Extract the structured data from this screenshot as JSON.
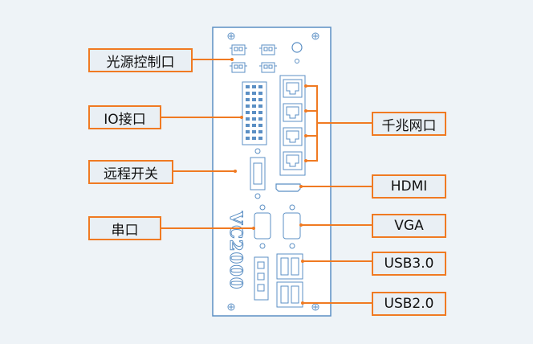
{
  "device": {
    "model": "VC2000"
  },
  "labels": {
    "light_source_port": "光源控制口",
    "io_port": "IO接口",
    "remote_switch": "远程开关",
    "serial_port": "串口",
    "gigabit_ports": "千兆网口",
    "hdmi": "HDMI",
    "vga": "VGA",
    "usb3": "USB3.0",
    "usb2": "USB2.0"
  },
  "colors": {
    "accent_orange": "#f07a22",
    "panel_outline": "#5b8fc4",
    "panel_fill": "#ffffff",
    "background": "#eef3f7",
    "label_fill": "#e9eff4"
  }
}
